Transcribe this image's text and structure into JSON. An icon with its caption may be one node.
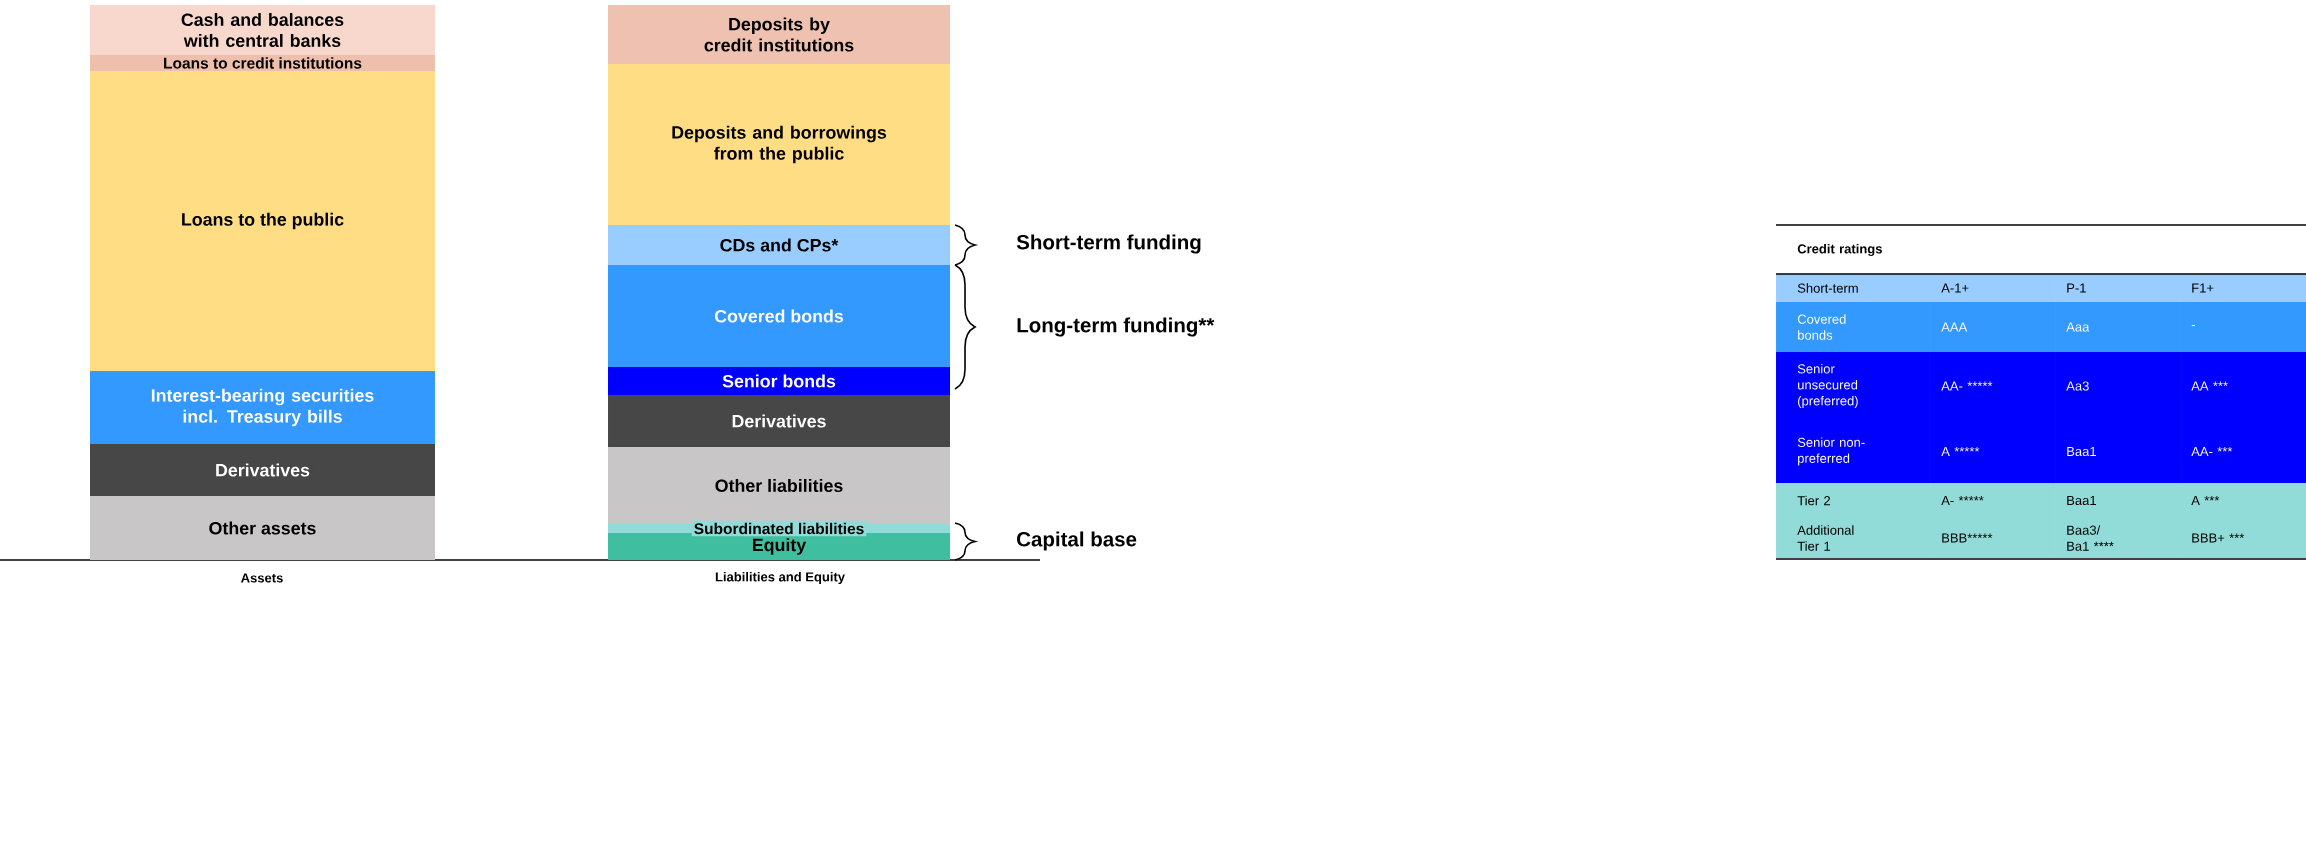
{
  "diagram": {
    "nodes": [
      {
        "text": [
          "Cash and balances with central banks"
        ]
      },
      {
        "text": [
          "Loans to credit institutions"
        ]
      },
      {
        "text": [
          "Loans to the public"
        ]
      },
      {
        "text": [
          "Interest-bearing securities incl. Treasury bills"
        ]
      },
      {
        "text": [
          "Derivatives"
        ]
      },
      {
        "text": [
          "Other assets"
        ]
      },
      {
        "text": [
          "Deposits by credit institutions"
        ]
      },
      {
        "text": [
          "Deposits and borrowings from the public"
        ]
      },
      {
        "text": [
          "CDs and CPs*"
        ]
      },
      {
        "text": [
          "Covered bonds"
        ]
      },
      {
        "text": [
          "Senior bonds"
        ]
      },
      {
        "text": [
          "Derivatives"
        ]
      },
      {
        "text": [
          "Other liabilities"
        ]
      },
      {
        "text": [
          "Subordinated liabilities"
        ]
      },
      {
        "text": [
          "Equity"
        ]
      }
    ],
    "labels": [
      "Short-term funding",
      "Long-term funding**",
      "Capital base",
      "Credit ratings",
      "Short-term",
      "A-1+",
      "P-1",
      "F1+",
      "Covered bonds",
      "AAA",
      "Aaa",
      "-",
      "Senior unsecured (preferred)",
      "AA- *****",
      "Aa3",
      "AA ***",
      "Senior non-preferred",
      "A *****",
      "Baa1",
      "AA- ***",
      "Tier 2",
      "A- *****",
      "Baa1",
      "A ***",
      "Additional Tier 1",
      "BBB*****",
      "Baa3/ Ba1 ****",
      "BBB+ ***",
      "Assets",
      "Liabilities and Equity"
    ]
  }
}
